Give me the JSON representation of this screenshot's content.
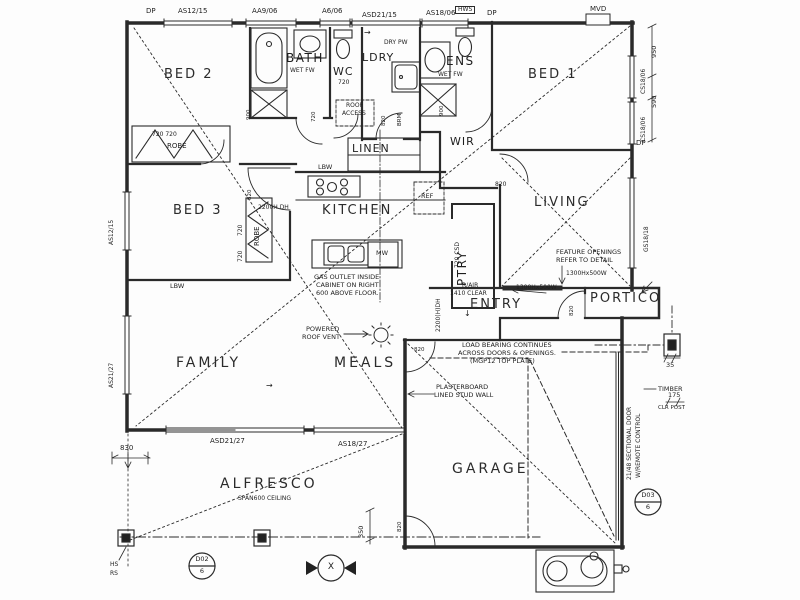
{
  "rooms": {
    "bed2": "BED 2",
    "bath": "BATH",
    "wc": "WC",
    "ldry": "LDRY",
    "ens": "ENS",
    "bed1": "BED 1",
    "wir": "WIR",
    "linen": "LINEN",
    "bed3": "BED 3",
    "kitchen": "KITCHEN",
    "ptry": "PTRY",
    "living": "LIVING",
    "entry": "ENTRY",
    "portico": "PORTICO",
    "family": "FAMILY",
    "meals": "MEALS",
    "alfresco": "ALFRESCO",
    "alfresco_note": "SPAN600 CEILING",
    "garage": "GARAGE"
  },
  "robes": {
    "bed2": "ROBE",
    "bed2_sizes": "720      720",
    "bed3": "ROBE",
    "bed3_size_a": "720",
    "bed3_size_b": "720"
  },
  "openings": {
    "top": [
      "DP",
      "AS12/15",
      "AA9/06",
      "A6/06",
      "ASD21/15",
      "AS18/06",
      "HWS",
      "DP",
      "MVD"
    ],
    "right": [
      "950",
      "CS18/06",
      "590",
      "CS18/06",
      "GS18/18"
    ],
    "left": [
      "AS12/15",
      "AS21/27"
    ],
    "bottom": [
      "ASD21/27",
      "AS18/27"
    ],
    "dp_living": "DP"
  },
  "annotations": {
    "roof_access_1": "ROOF",
    "roof_access_2": "ACCESS",
    "gas_1": "GAS OUTLET INSIDE",
    "gas_2": "CABINET ON RIGHT",
    "gas_3": "600 ABOVE FLOOR.",
    "vent_1": "POWERED",
    "vent_2": "ROOF VENT",
    "feature_1": "FEATURE OPENINGS",
    "feature_2": "REFER TO DETAIL",
    "feature_size_a": "1300Hx500W",
    "feature_size_b": "1300Hx500W",
    "load_1": "LOAD BEARING CONTINUES",
    "load_2": "ACROSS DOORS & OPENINGS.",
    "load_3": "(MGP12 TOP PLATE)",
    "plaster_1": "PLASTERBOARD",
    "plaster_2": "LINED STUD WALL",
    "sectional_1": "21/48 SECTIONAL DOOR",
    "sectional_2": "W/REMOTE CONTROL",
    "timber": "TIMBER",
    "clr_1": "175",
    "clr_2": "CLR POST",
    "post_dim": "35",
    "rair_1": "R/AIR",
    "rair_2": "1410 CLEAR",
    "dry_note": "DRY PW",
    "wet_bath": "WET FW",
    "wet_ens": "WET FW"
  },
  "fixtures": {
    "ref": "REF",
    "mw": "MW",
    "brm": "BRM",
    "lbw_kitchen": "LBW",
    "lbw_bed3": "LBW",
    "dh_kitchen": "2200H DH",
    "dh_entry": "2200(H)DH",
    "csd": "720 CSD"
  },
  "dims": {
    "d830": "830",
    "d350": "350",
    "wc_size": "720",
    "wc_door": "720",
    "ldry_door": "820",
    "bath_shower": "900",
    "ens_shower": "900",
    "bed3_door": "820",
    "living_door": "820",
    "entry_door": "820",
    "garage_door_a": "820",
    "garage_door_b": "820"
  },
  "markers": {
    "d02_a": "D02",
    "d02_b": "6",
    "x": "X",
    "d03_a": "D03",
    "d03_b": "6",
    "hs": "HS",
    "rs": "RS"
  },
  "arrows": {
    "right": "→",
    "down": "↓"
  }
}
